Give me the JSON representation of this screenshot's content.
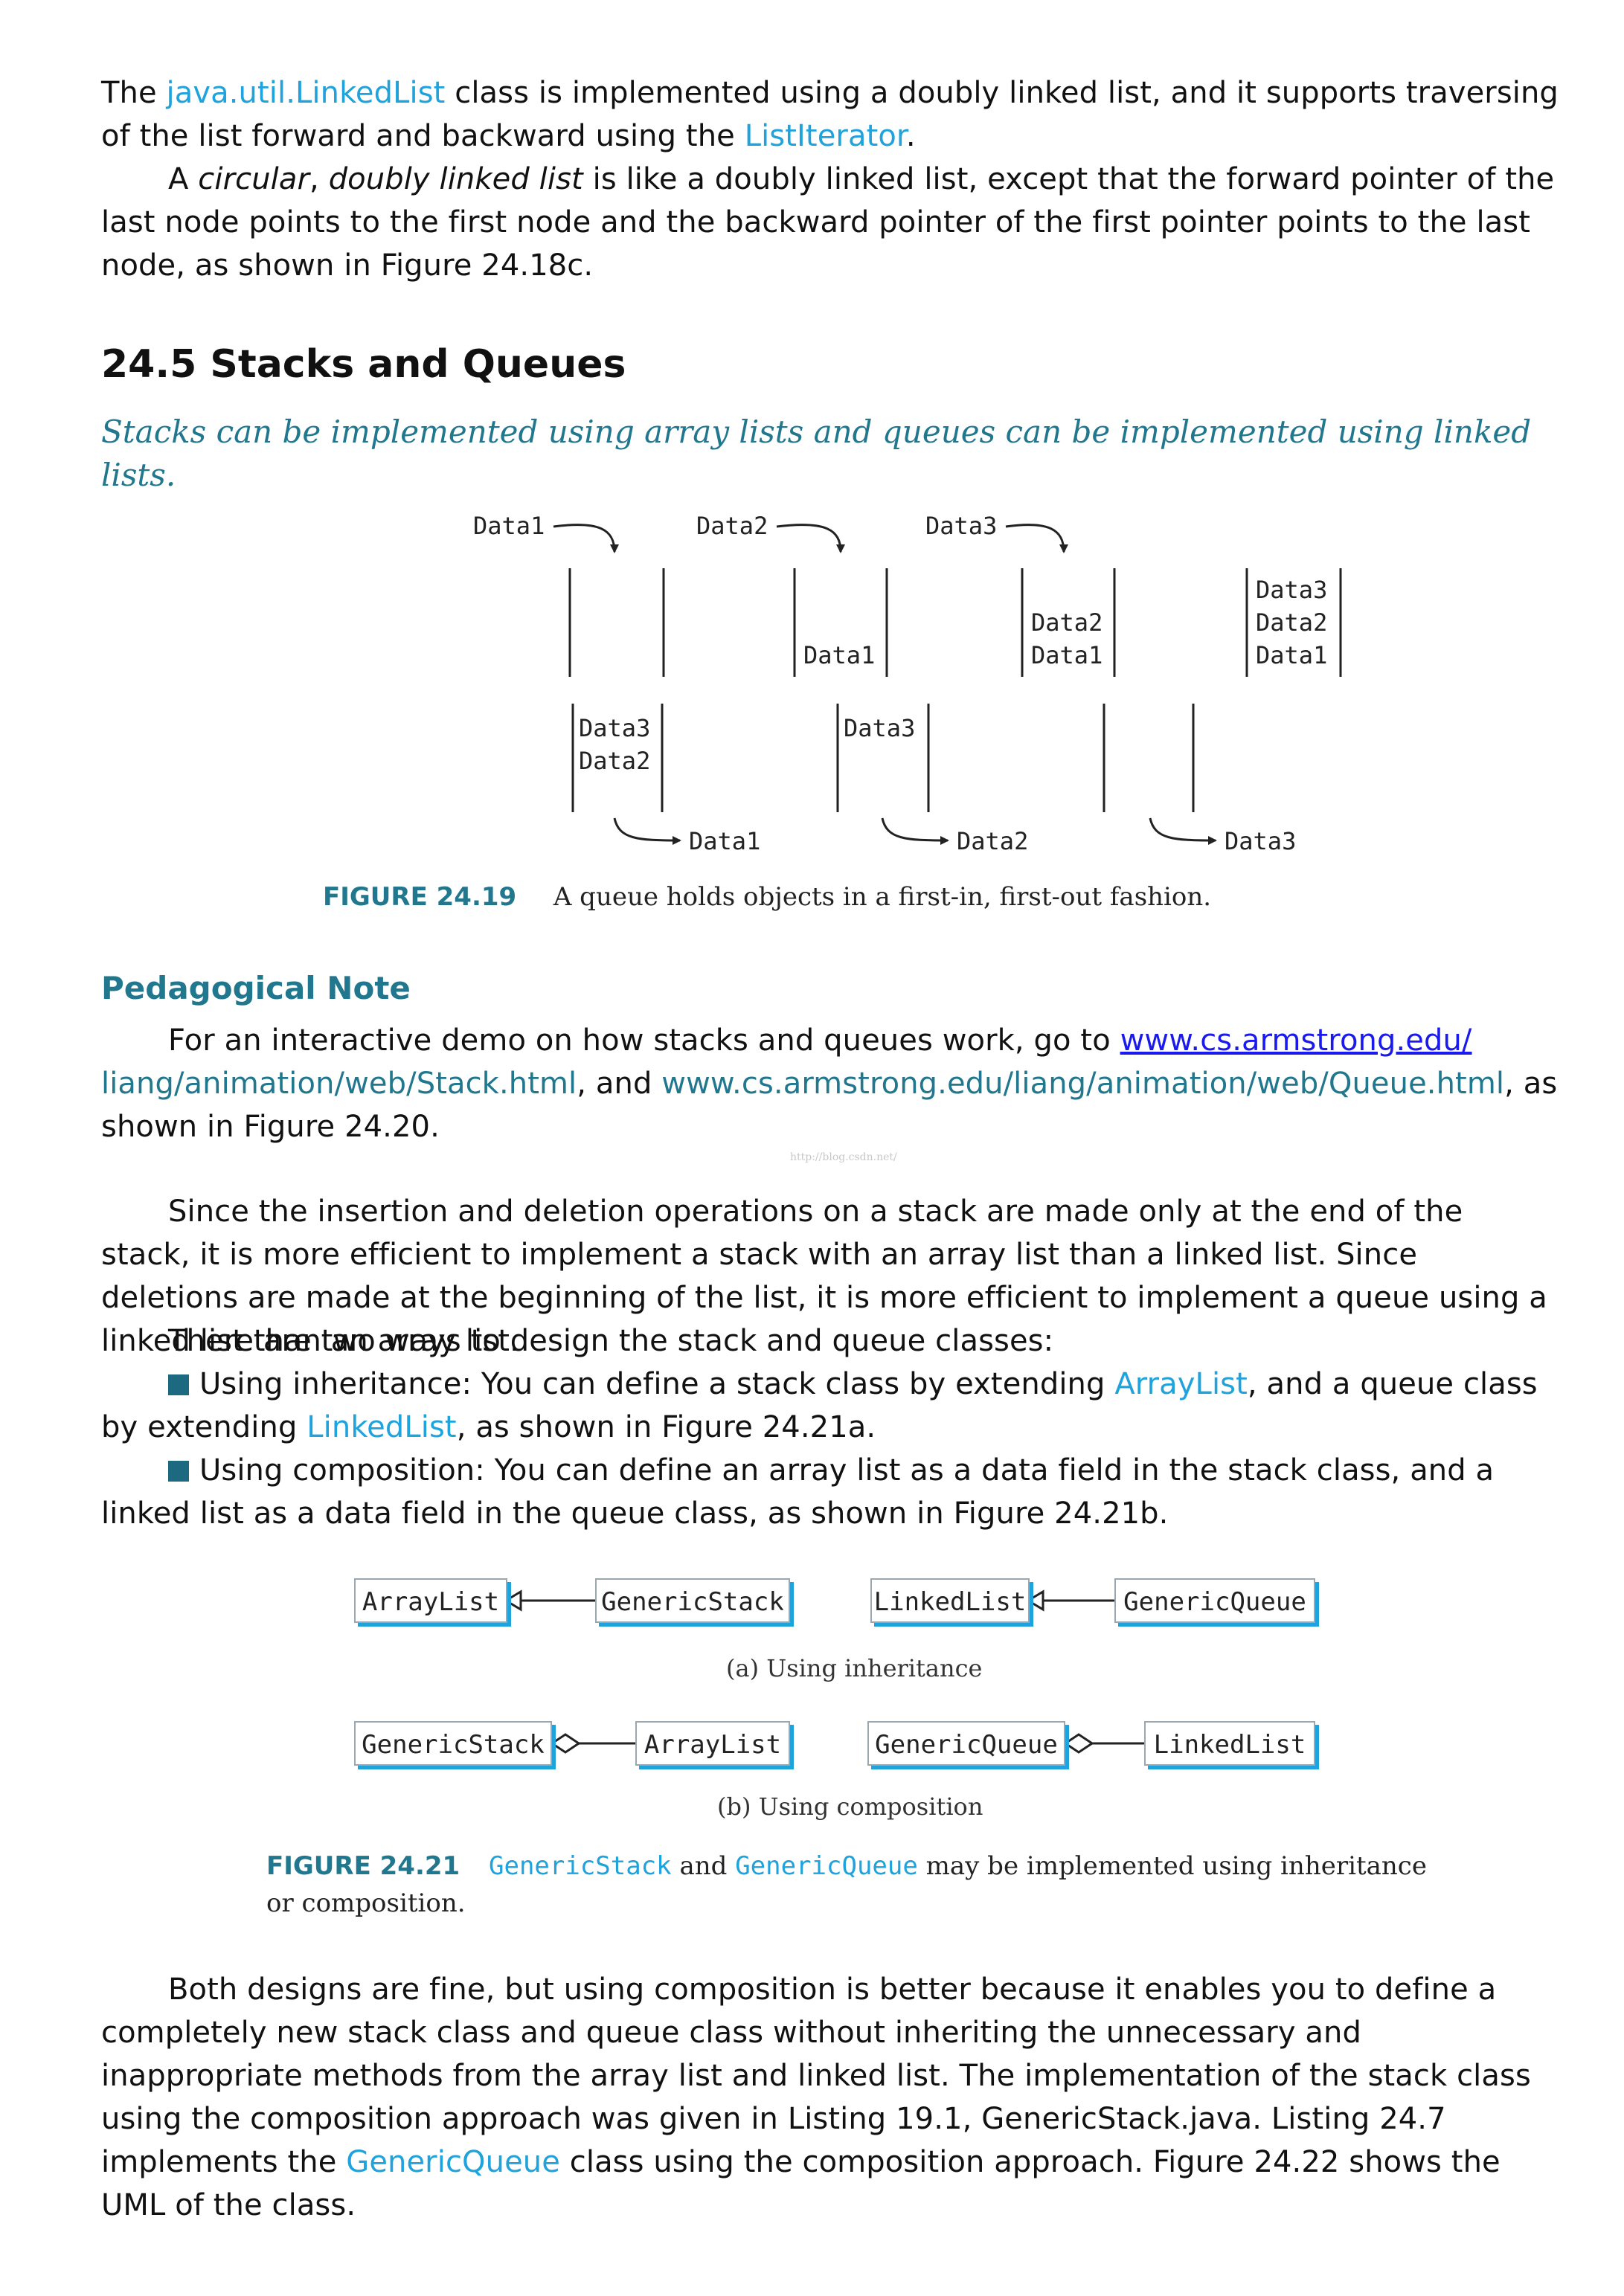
{
  "p1": {
    "t1": "The ",
    "k1": "java.util.LinkedList",
    "t2": " class is implemented using a doubly linked list, and it supports traversing of the list forward and backward using the ",
    "k2": "ListIterator",
    "t3": "."
  },
  "p2": {
    "t1": "A ",
    "i1": "circular",
    "t2": ", ",
    "i2": "doubly linked list",
    "t3": " is like a doubly linked list, except that the forward pointer of the last node points to the first node and the backward pointer of the first pointer points to the last node, as shown in Figure 24.18c."
  },
  "section": {
    "title": "24.5 Stacks and Queues"
  },
  "intro": "Stacks can be implemented using array lists and queues can be implemented using linked lists.",
  "fig19": {
    "top_labels": [
      "Data1",
      "Data2",
      "Data3"
    ],
    "top_slots": [
      {
        "items": []
      },
      {
        "items": [
          "Data1"
        ]
      },
      {
        "items": [
          "Data2",
          "Data1"
        ]
      },
      {
        "items": [
          "Data3",
          "Data2",
          "Data1"
        ]
      }
    ],
    "bottom_slots": [
      {
        "items": [
          "Data3",
          "Data2"
        ]
      },
      {
        "items": [
          "Data3"
        ]
      },
      {
        "items": []
      }
    ],
    "bottom_labels": [
      "Data1",
      "Data2",
      "Data3"
    ],
    "caption_label": "FIGURE 24.19",
    "caption_text": "A queue holds objects in a first-in, first-out fashion."
  },
  "note": {
    "heading": "Pedagogical Note",
    "t1": "For an interactive demo on how stacks and queues work, go to ",
    "link1": "www.cs.armstrong.edu/",
    "link1b": "liang/animation/web/Stack.html",
    "t2": ", and ",
    "link2": "www.cs.armstrong.edu/liang/animation/web/Queue.html",
    "t3": ", as shown in Figure 24.20."
  },
  "watermark": "http://blog.csdn.net/",
  "p3": "Since the insertion and deletion operations on a stack are made only at the end of the stack, it is more efficient to implement a stack with an array list than a linked list. Since deletions are made at the beginning of the list, it is more efficient to implement a queue using a linked list than an array list.",
  "p4": "There are two ways to design the stack and queue classes:",
  "b1": {
    "t1": "Using inheritance: You can define a stack class by extending ",
    "k1": "ArrayList",
    "t2": ", and a queue class by extending ",
    "k2": "LinkedList",
    "t3": ", as shown in Figure 24.21a."
  },
  "b2": "Using composition: You can define an array list as a data field in the stack class, and a linked list as a data field in the queue class, as shown in Figure 24.21b.",
  "fig21": {
    "a": {
      "b1": "ArrayList",
      "b2": "GenericStack",
      "b3": "LinkedList",
      "b4": "GenericQueue",
      "sub": "(a) Using inheritance"
    },
    "b": {
      "b1": "GenericStack",
      "b2": "ArrayList",
      "b3": "GenericQueue",
      "b4": "LinkedList",
      "sub": "(b) Using composition"
    },
    "caption_label": "FIGURE 24.21",
    "cap_m1": "GenericStack",
    "cap_t1": " and ",
    "cap_m2": "GenericQueue",
    "cap_t2": " may be implemented using inheritance",
    "cap_t3": "or composition."
  },
  "p5": {
    "t1": "Both designs are fine, but using composition is better because it enables you to define a completely new stack class and queue class without inheriting the unnecessary and inappropriate methods from the array list and linked list. The implementation of the stack class using the composition approach was given in Listing 19.1, GenericStack.java. Listing 24.7 implements the ",
    "k1": "GenericQueue",
    "t2": " class using the composition approach. Figure 24.22 shows the UML of the class."
  }
}
